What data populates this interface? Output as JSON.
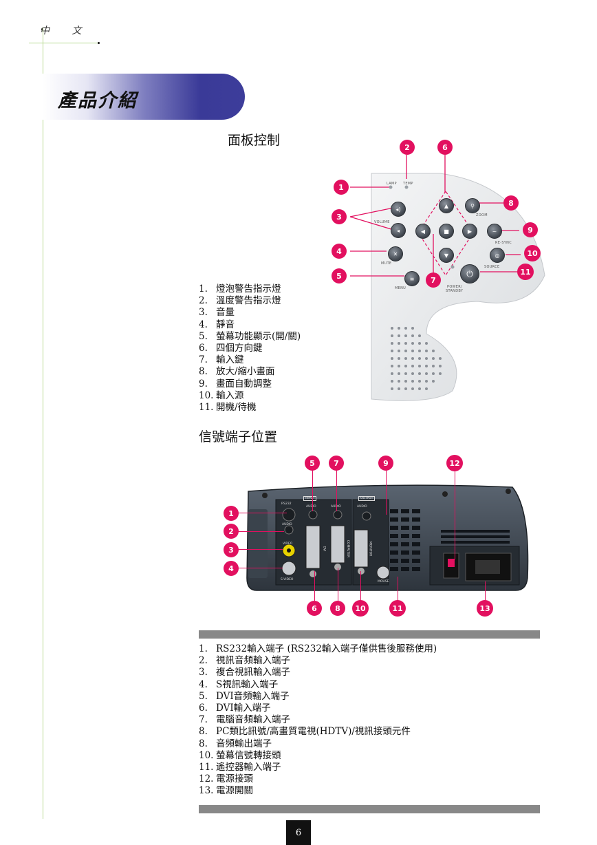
{
  "header": {
    "language": "中 文"
  },
  "banner": {
    "title": "產品介紹"
  },
  "panel_section": {
    "title": "面板控制",
    "items": [
      {
        "num": "1.",
        "label": "燈泡警告指示燈"
      },
      {
        "num": "2.",
        "label": "溫度警告指示燈"
      },
      {
        "num": "3.",
        "label": "音量"
      },
      {
        "num": "4.",
        "label": "靜音"
      },
      {
        "num": "5.",
        "label": "螢幕功能顯示(開/關)"
      },
      {
        "num": "6.",
        "label": "四個方向鍵"
      },
      {
        "num": "7.",
        "label": "輸入鍵"
      },
      {
        "num": "8.",
        "label": "放大/縮小畫面"
      },
      {
        "num": "9.",
        "label": "畫面自動調整"
      },
      {
        "num": "10.",
        "label": "輸入源"
      },
      {
        "num": "11.",
        "label": "開機/待機"
      }
    ],
    "labels": {
      "lamp": "LAMP",
      "temp": "TEMP",
      "volume": "VOLUME",
      "mute": "MUTE",
      "menu": "MENU",
      "zoom": "ZOOM",
      "resync": "RE-SYNC",
      "source": "SOURCE",
      "power": "POWER/",
      "standby": "STANDBY"
    },
    "callouts": [
      "1",
      "2",
      "3",
      "4",
      "5",
      "6",
      "7",
      "8",
      "9",
      "10",
      "11"
    ]
  },
  "port_section": {
    "title": "信號端子位置",
    "items": [
      {
        "num": "1.",
        "label": "RS232輸入端子 (RS232輸入端子僅供售後服務使用)"
      },
      {
        "num": "2.",
        "label": "視訊音頻輸入端子"
      },
      {
        "num": "3.",
        "label": "複合視訊輸入端子"
      },
      {
        "num": "4.",
        "label": "S視訊輸入端子"
      },
      {
        "num": "5.",
        "label": "DVI音頻輸入端子"
      },
      {
        "num": "6.",
        "label": "DVI輸入端子"
      },
      {
        "num": "7.",
        "label": "電腦音頻輸入端子"
      },
      {
        "num": "8.",
        "label": "PC類比訊號/高畫質電視(HDTV)/視訊接頭元件"
      },
      {
        "num": "8.",
        "label": "音頻輸出端子"
      },
      {
        "num": "10.",
        "label": "螢幕信號轉接頭"
      },
      {
        "num": "11.",
        "label": "遙控器輸入端子"
      },
      {
        "num": "12.",
        "label": "電源接頭"
      },
      {
        "num": "13.",
        "label": "電源開關"
      }
    ],
    "labels": {
      "input": "INPUT",
      "output": "OUTPUT",
      "audio": "AUDIO",
      "rs232": "RS232",
      "video": "VIDEO",
      "svideo": "S-VIDEO",
      "dvi": "DVI",
      "computer": "COMPUTER",
      "monitor": "MONITOR",
      "mouse": "MOUSE"
    },
    "callouts": [
      "1",
      "2",
      "3",
      "4",
      "5",
      "6",
      "7",
      "8",
      "9",
      "10",
      "11",
      "12",
      "13"
    ]
  },
  "footer": {
    "page_number": "6"
  },
  "colors": {
    "accent": "#e2105f",
    "banner": "#3d3d9a",
    "rule": "#b6d88e",
    "bar": "#888888"
  }
}
